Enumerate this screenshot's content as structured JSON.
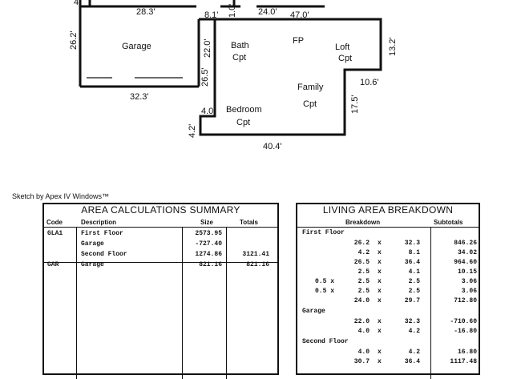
{
  "sketch": {
    "labels": {
      "top_left_partial": "4",
      "dim_28_3": "28.3'",
      "dim_8_1": "8.1'",
      "dim_1_0": "1.0'",
      "dim_24_0": "24.0'",
      "dim_47_0": "47.0'",
      "dim_26_2": "26.2'",
      "garage": "Garage",
      "dim_22_0": "22.0'",
      "dim_26_5": "26.5'",
      "bath": "Bath",
      "bath_cpt": "Cpt",
      "fp": "FP",
      "loft": "Loft",
      "loft_cpt": "Cpt",
      "dim_13_2": "13.2'",
      "dim_10_6": "10.6'",
      "family": "Family",
      "family_cpt": "Cpt",
      "dim_32_3": "32.3'",
      "dim_4_0": "4.0",
      "bedroom": "Bedroom",
      "bedroom_cpt": "Cpt",
      "dim_17_5": "17.5'",
      "dim_4_2": "4.2'",
      "dim_40_4": "40.4'"
    }
  },
  "credit": "Sketch by Apex IV Windows™",
  "area_summary": {
    "title": "AREA CALCULATIONS SUMMARY",
    "headers": {
      "code": "Code",
      "description": "Description",
      "size": "Size",
      "totals": "Totals"
    },
    "rows": [
      {
        "code": "GLA1",
        "description": "First Floor",
        "size": "2573.95",
        "total": ""
      },
      {
        "code": "",
        "description": "Garage",
        "size": "-727.40",
        "total": ""
      },
      {
        "code": "",
        "description": "Second Floor",
        "size": "1274.86",
        "total": "3121.41"
      },
      {
        "code": "GAR",
        "description": "Garage",
        "size": "821.16",
        "total": "821.16"
      }
    ]
  },
  "living_breakdown": {
    "title": "LIVING AREA BREAKDOWN",
    "headers": {
      "breakdown": "Breakdown",
      "subtotals": "Subtotals"
    },
    "rows": [
      {
        "type": "section",
        "label": "First Floor"
      },
      {
        "type": "row",
        "pre": "",
        "a": "26.2",
        "x": "x",
        "b": "32.3",
        "sub": "846.26"
      },
      {
        "type": "row",
        "pre": "",
        "a": "4.2",
        "x": "x",
        "b": "8.1",
        "sub": "34.02"
      },
      {
        "type": "row",
        "pre": "",
        "a": "26.5",
        "x": "x",
        "b": "36.4",
        "sub": "964.60"
      },
      {
        "type": "row",
        "pre": "",
        "a": "2.5",
        "x": "x",
        "b": "4.1",
        "sub": "10.15"
      },
      {
        "type": "row",
        "pre": "0.5 x",
        "a": "2.5",
        "x": "x",
        "b": "2.5",
        "sub": "3.06"
      },
      {
        "type": "row",
        "pre": "0.5 x",
        "a": "2.5",
        "x": "x",
        "b": "2.5",
        "sub": "3.06"
      },
      {
        "type": "row",
        "pre": "",
        "a": "24.0",
        "x": "x",
        "b": "29.7",
        "sub": "712.80"
      },
      {
        "type": "section",
        "label": "Garage"
      },
      {
        "type": "row",
        "pre": "",
        "a": "22.0",
        "x": "x",
        "b": "32.3",
        "sub": "-710.60"
      },
      {
        "type": "row",
        "pre": "",
        "a": "4.0",
        "x": "x",
        "b": "4.2",
        "sub": "-16.80"
      },
      {
        "type": "section",
        "label": "Second Floor"
      },
      {
        "type": "row",
        "pre": "",
        "a": "4.0",
        "x": "x",
        "b": "4.2",
        "sub": "16.80"
      },
      {
        "type": "row",
        "pre": "",
        "a": "30.7",
        "x": "x",
        "b": "36.4",
        "sub": "1117.48"
      }
    ]
  }
}
